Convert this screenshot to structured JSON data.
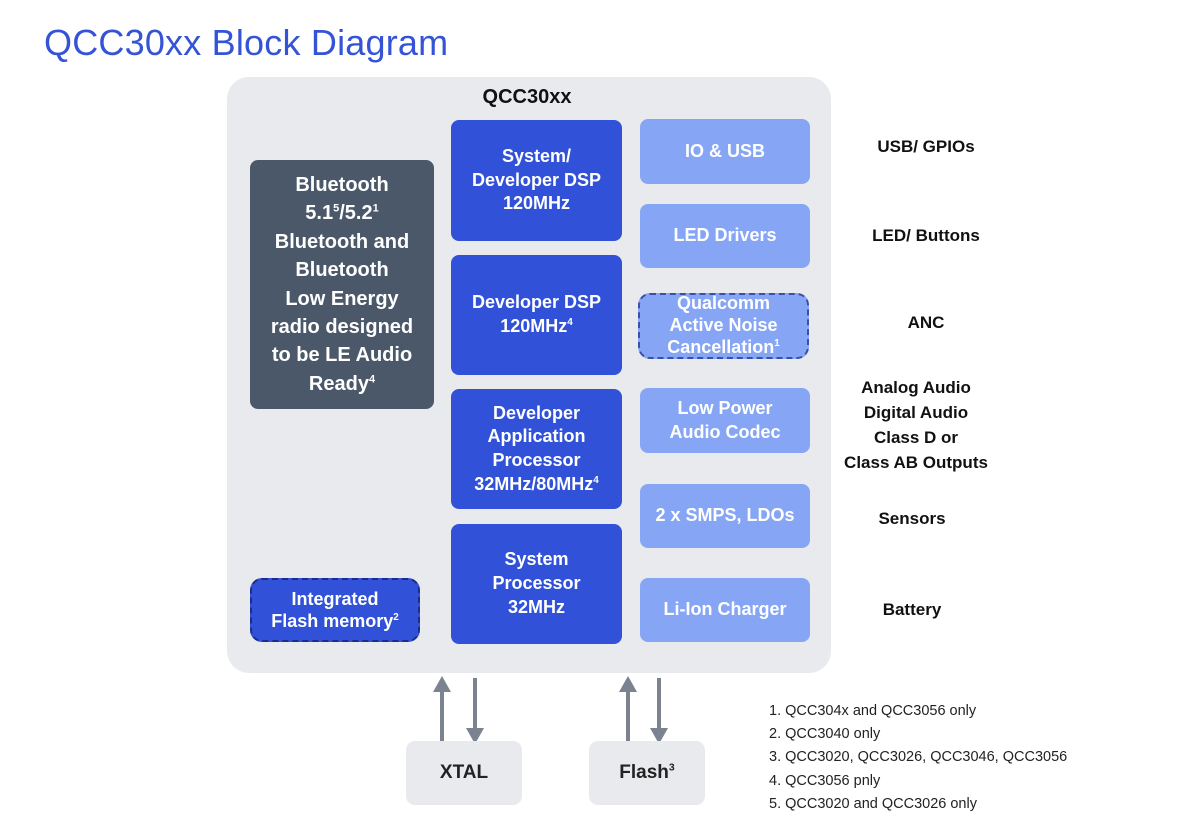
{
  "title": "QCC30xx Block Diagram",
  "chip": {
    "label": "QCC30xx",
    "bluetooth": {
      "lines": [
        {
          "text": "Bluetooth"
        },
        {
          "text": "5.1",
          "sup": "5",
          "text2": "/5.2",
          "sup2": "1"
        },
        {
          "text": "Bluetooth and"
        },
        {
          "text": "Bluetooth"
        },
        {
          "text": "Low Energy"
        },
        {
          "text": "radio designed"
        },
        {
          "text": "to be LE Audio"
        },
        {
          "text": "Ready",
          "sup": "4"
        }
      ]
    },
    "flash_memory": {
      "lines": [
        {
          "text": "Integrated"
        },
        {
          "text": "Flash memory",
          "sup": "2"
        }
      ]
    },
    "system_dsp": {
      "lines": [
        {
          "text": "System/"
        },
        {
          "text": "Developer DSP"
        },
        {
          "text": "120MHz"
        }
      ]
    },
    "developer_dsp": {
      "lines": [
        {
          "text": "Developer DSP"
        },
        {
          "text": "120MHz",
          "sup": "4"
        }
      ]
    },
    "app_processor": {
      "lines": [
        {
          "text": "Developer"
        },
        {
          "text": "Application"
        },
        {
          "text": "Processor"
        },
        {
          "text": "32MHz/80MHz",
          "sup": "4"
        }
      ]
    },
    "system_processor": {
      "lines": [
        {
          "text": "System"
        },
        {
          "text": "Processor"
        },
        {
          "text": "32MHz"
        }
      ]
    },
    "io_usb": {
      "lines": [
        {
          "text": "IO & USB"
        }
      ]
    },
    "led_drivers": {
      "lines": [
        {
          "text": "LED Drivers"
        }
      ]
    },
    "anc": {
      "lines": [
        {
          "text": "Qualcomm"
        },
        {
          "text": "Active Noise"
        },
        {
          "text": "Cancellation",
          "sup": "1"
        }
      ]
    },
    "audio_codec": {
      "lines": [
        {
          "text": "Low Power"
        },
        {
          "text": "Audio Codec"
        }
      ]
    },
    "smps": {
      "lines": [
        {
          "text": "2 x SMPS, LDOs"
        }
      ]
    },
    "charger": {
      "lines": [
        {
          "text": "Li-Ion Charger"
        }
      ]
    }
  },
  "external": {
    "xtal": {
      "lines": [
        {
          "text": "XTAL"
        }
      ]
    },
    "flash": {
      "lines": [
        {
          "text": "Flash",
          "sup": "3"
        }
      ]
    }
  },
  "side_labels": {
    "usb": {
      "lines": [
        {
          "text": "USB/ GPIOs"
        }
      ]
    },
    "led": {
      "lines": [
        {
          "text": "LED/ Buttons"
        }
      ]
    },
    "anc": {
      "lines": [
        {
          "text": "ANC"
        }
      ]
    },
    "audio": {
      "lines": [
        {
          "text": "Analog Audio"
        },
        {
          "text": "Digital Audio"
        },
        {
          "text": "Class D or"
        },
        {
          "text": "Class AB Outputs"
        }
      ]
    },
    "sensors": {
      "lines": [
        {
          "text": "Sensors"
        }
      ]
    },
    "battery": {
      "lines": [
        {
          "text": "Battery"
        }
      ]
    }
  },
  "footnotes": [
    "1. QCC304x and QCC3056 only",
    "2. QCC3040 only",
    "3. QCC3020, QCC3026, QCC3046, QCC3056",
    "4. QCC3056 pnly",
    "5. QCC3020 and QCC3026 only"
  ],
  "colors": {
    "title": "#3453d6",
    "chip_background": "#e9eaee",
    "bluetooth_block": "#4b5869",
    "processor_blocks": "#3152d8",
    "peripheral_blocks": "#86a6f5",
    "arrows": "#7b8391"
  }
}
